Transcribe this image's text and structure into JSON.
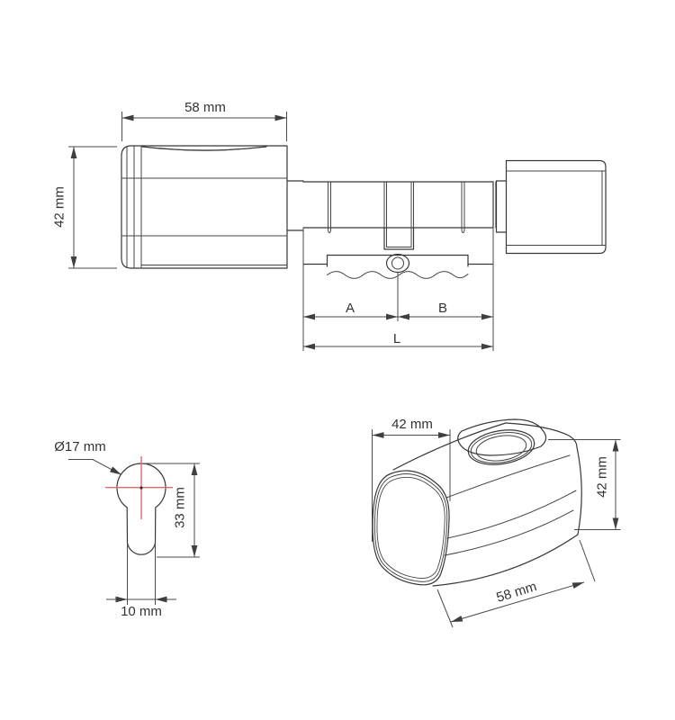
{
  "colors": {
    "background": "#ffffff",
    "object_line": "#383838",
    "dimension_line": "#4a4a4a",
    "centerline_red": "#e46a6a",
    "text": "#333333"
  },
  "views": {
    "side_view": {
      "width_label": "58 mm",
      "height_label": "42 mm",
      "dim_a": "A",
      "dim_b": "B",
      "dim_l": "L"
    },
    "profile_view": {
      "diameter_label": "Ø17 mm",
      "height_label": "33 mm",
      "width_label": "10 mm"
    },
    "iso_view": {
      "width_label": "42 mm",
      "height_label": "42 mm",
      "depth_label": "58 mm"
    }
  }
}
